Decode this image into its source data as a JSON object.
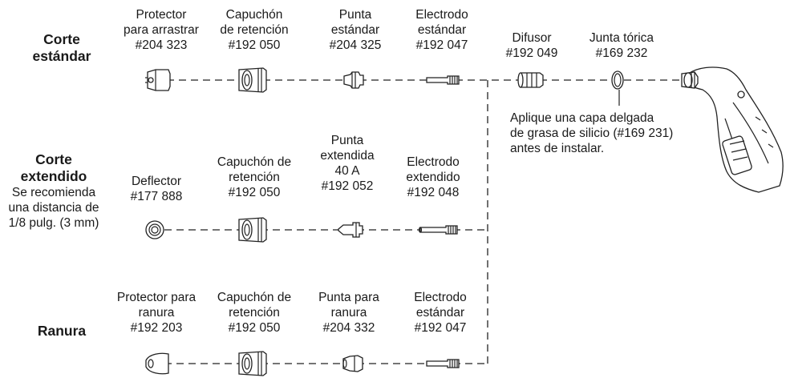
{
  "rows": {
    "standard": {
      "title_1": "Corte",
      "title_2": "estándar"
    },
    "extended": {
      "title_1": "Corte",
      "title_2": "extendido",
      "note_1": "Se recomienda",
      "note_2": "una distancia de",
      "note_3": "1/8 pulg. (3 mm)"
    },
    "gouge": {
      "title": "Ranura"
    }
  },
  "standard_parts": [
    {
      "l1": "Protector",
      "l2": "para arrastrar",
      "l3": "#204 323"
    },
    {
      "l1": "Capuchón",
      "l2": "de retención",
      "l3": "#192 050"
    },
    {
      "l1": "Punta",
      "l2": "estándar",
      "l3": "#204 325"
    },
    {
      "l1": "Electrodo",
      "l2": "estándar",
      "l3": "#192 047"
    },
    {
      "l1": "Difusor",
      "l2": "#192 049"
    },
    {
      "l1": "Junta tórica",
      "l2": "#169 232"
    }
  ],
  "extended_parts": [
    {
      "l1": "Deflector",
      "l2": "#177 888"
    },
    {
      "l1": "Capuchón de",
      "l2": "retención",
      "l3": "#192 050"
    },
    {
      "l1": "Punta",
      "l2": "extendida",
      "l3": "40 A",
      "l4": "#192 052"
    },
    {
      "l1": "Electrodo",
      "l2": "extendido",
      "l3": "#192 048"
    }
  ],
  "gouge_parts": [
    {
      "l1": "Protector para",
      "l2": "ranura",
      "l3": "#192 203"
    },
    {
      "l1": "Capuchón de",
      "l2": "retención",
      "l3": "#192 050"
    },
    {
      "l1": "Punta para",
      "l2": "ranura",
      "l3": "#204 332"
    },
    {
      "l1": "Electrodo",
      "l2": "estándar",
      "l3": "#192 047"
    }
  ],
  "oring_note": {
    "l1": "Aplique una capa delgada",
    "l2": "de grasa de silicio (#169 231)",
    "l3": "antes de instalar."
  }
}
